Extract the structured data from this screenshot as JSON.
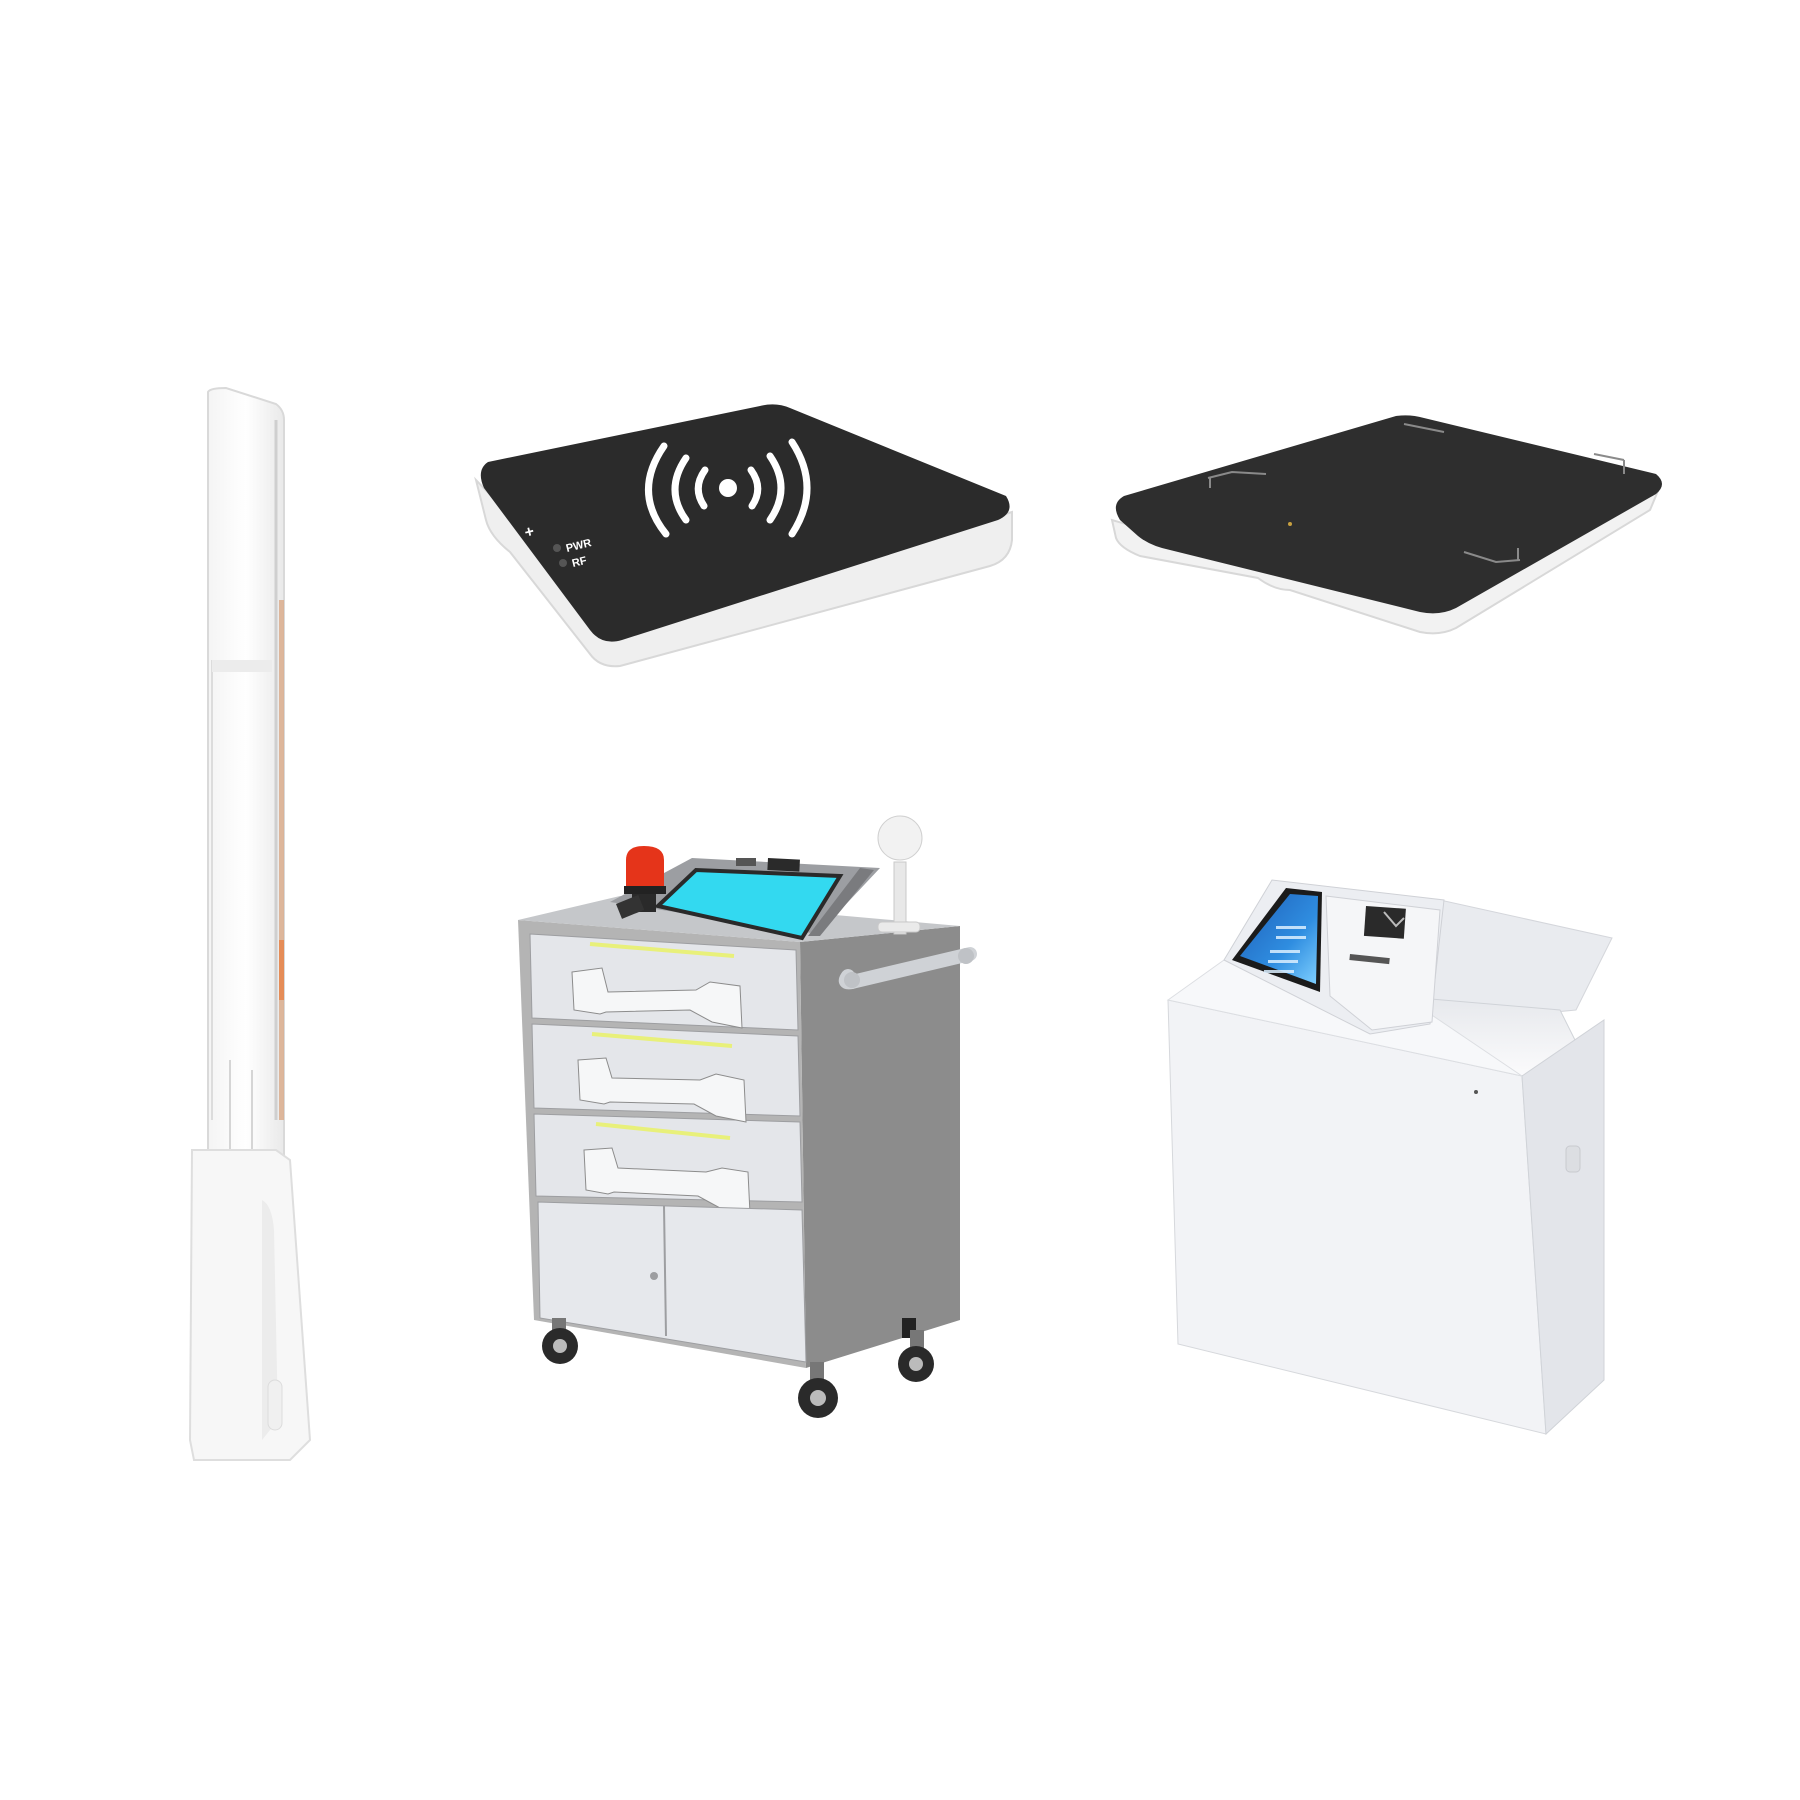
{
  "background_color": "#ffffff",
  "products": [
    {
      "id": "eas-gate",
      "icon": "rfid-security-gate-icon"
    },
    {
      "id": "desktop-reader",
      "icon": "rfid-desktop-reader-icon",
      "indicator_labels": {
        "power": "PWR",
        "rf": "RF"
      }
    },
    {
      "id": "flat-reader",
      "icon": "rfid-flat-reader-icon"
    },
    {
      "id": "tool-cart",
      "icon": "rfid-tool-cart-icon"
    },
    {
      "id": "return-kiosk",
      "icon": "rfid-return-kiosk-icon"
    }
  ],
  "colors": {
    "reader_top": "#2b2b2b",
    "reader_base": "#eeeeee",
    "cart_body": "#8c8c8c",
    "cart_drawer": "#e4e6ea",
    "cart_screen": "#33d9f0",
    "alarm_light": "#e5341a",
    "kiosk_body": "#f2f3f6",
    "kiosk_screen": "#1f6fc7"
  }
}
